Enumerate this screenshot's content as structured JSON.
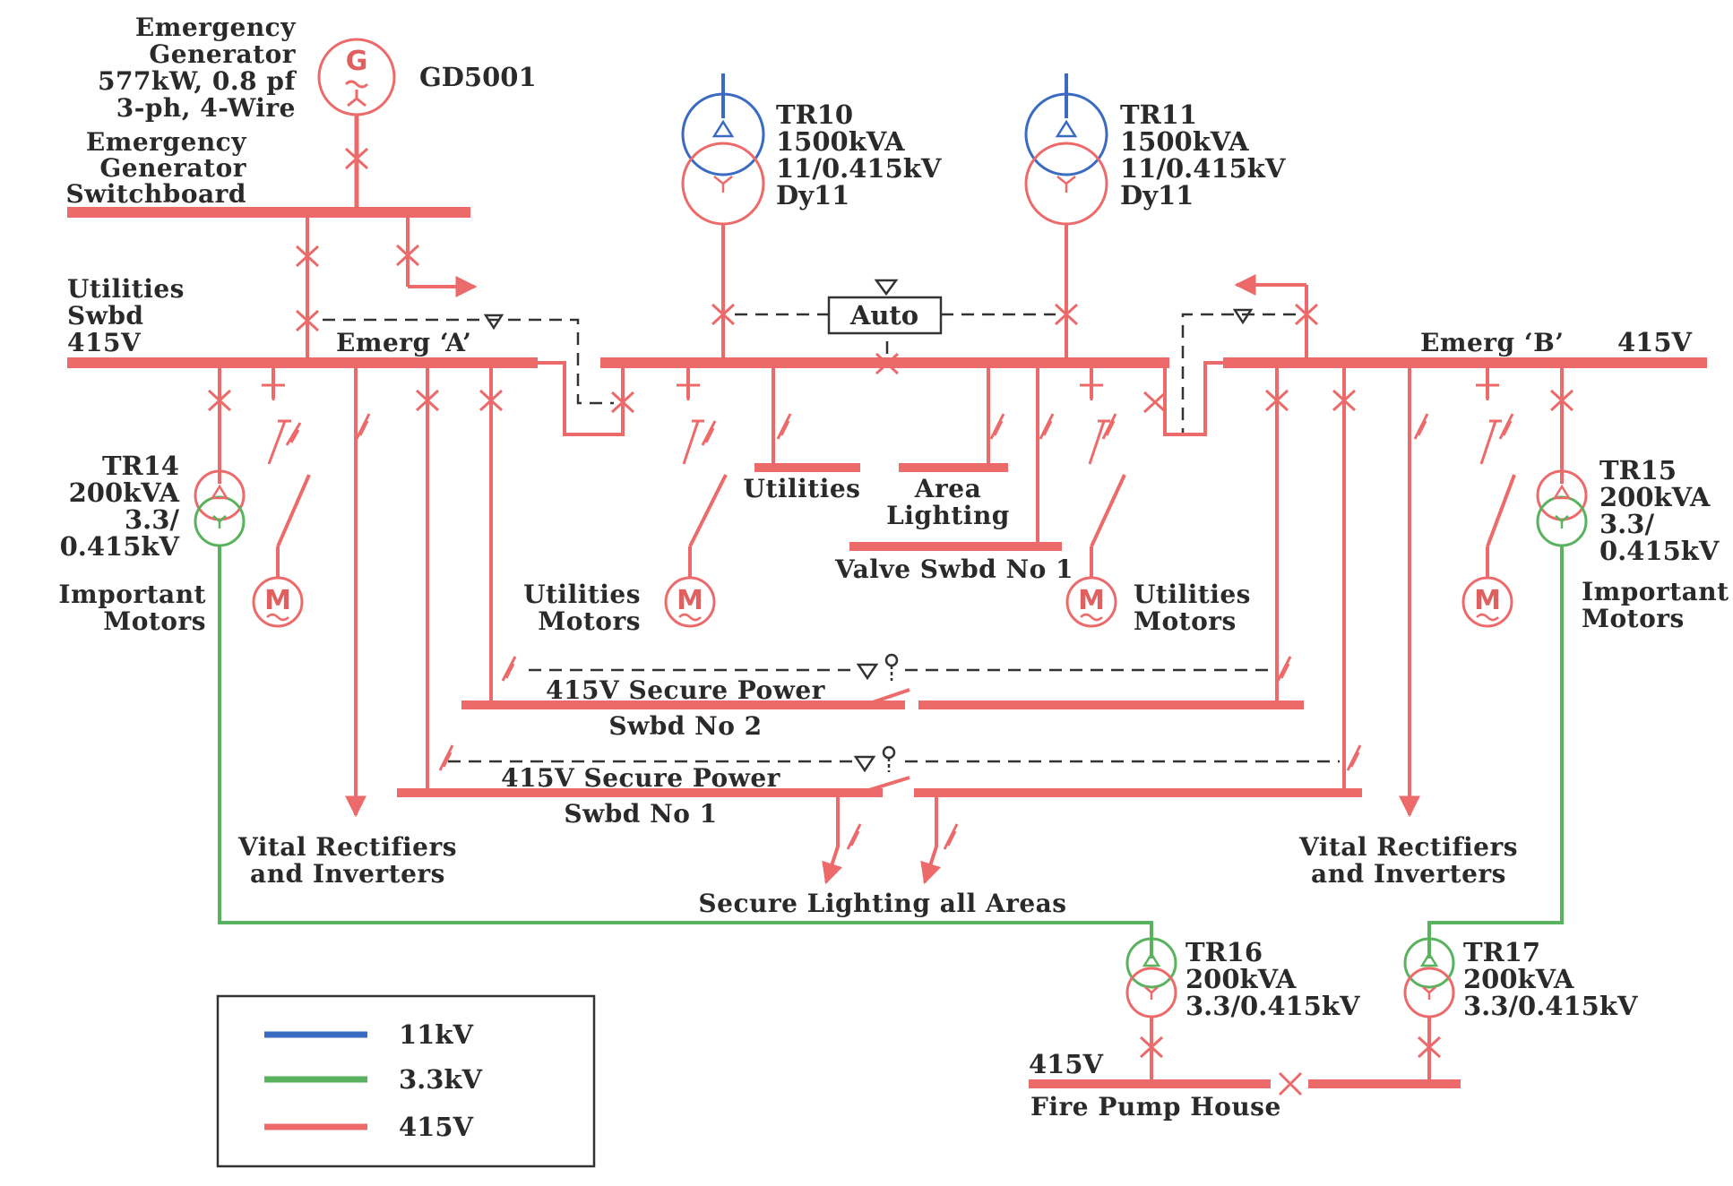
{
  "diagram": {
    "emergency_generator": {
      "title_lines": [
        "Emergency",
        "Generator",
        "577kW, 0.8 pf",
        "3-ph, 4-Wire"
      ],
      "id": "GD5001",
      "symbol": "G"
    },
    "emergency_switchboard": [
      "Emergency",
      "Generator",
      "Switchboard"
    ],
    "utilities_swbd": [
      "Utilities",
      "Swbd",
      "415V"
    ],
    "emerg_a": "Emerg ‘A’",
    "emerg_b": "Emerg ‘B’",
    "bus_b_voltage": "415V",
    "tr10": [
      "TR10",
      "1500kVA",
      "11/0.415kV",
      "Dy11"
    ],
    "tr11": [
      "TR11",
      "1500kVA",
      "11/0.415kV",
      "Dy11"
    ],
    "auto": "Auto",
    "utilities": "Utilities",
    "area_lighting": [
      "Area",
      "Lighting"
    ],
    "valve_swbd": "Valve Swbd No 1",
    "tr14": [
      "TR14",
      "200kVA",
      "3.3/",
      "0.415kV"
    ],
    "tr15": [
      "TR15",
      "200kVA",
      "3.3/",
      "0.415kV"
    ],
    "important_motors": [
      "Important",
      "Motors"
    ],
    "utilities_motors": [
      "Utilities",
      "Motors"
    ],
    "secure_power_2": [
      "415V Secure Power",
      "Swbd No 2"
    ],
    "secure_power_1": [
      "415V Secure Power",
      "Swbd No 1"
    ],
    "vital_rectifiers": [
      "Vital Rectifiers",
      "and Inverters"
    ],
    "secure_lighting": "Secure Lighting all Areas",
    "tr16": [
      "TR16",
      "200kVA",
      "3.3/0.415kV"
    ],
    "tr17": [
      "TR17",
      "200kVA",
      "3.3/0.415kV"
    ],
    "fire_pump_voltage": "415V",
    "fire_pump_house": "Fire Pump House",
    "motor_symbol": "M"
  },
  "legend": {
    "items": [
      {
        "label": "11kV",
        "color": "#3a6bc2"
      },
      {
        "label": "3.3kV",
        "color": "#58b25e"
      },
      {
        "label": "415V",
        "color": "#ec6a6a"
      }
    ]
  }
}
